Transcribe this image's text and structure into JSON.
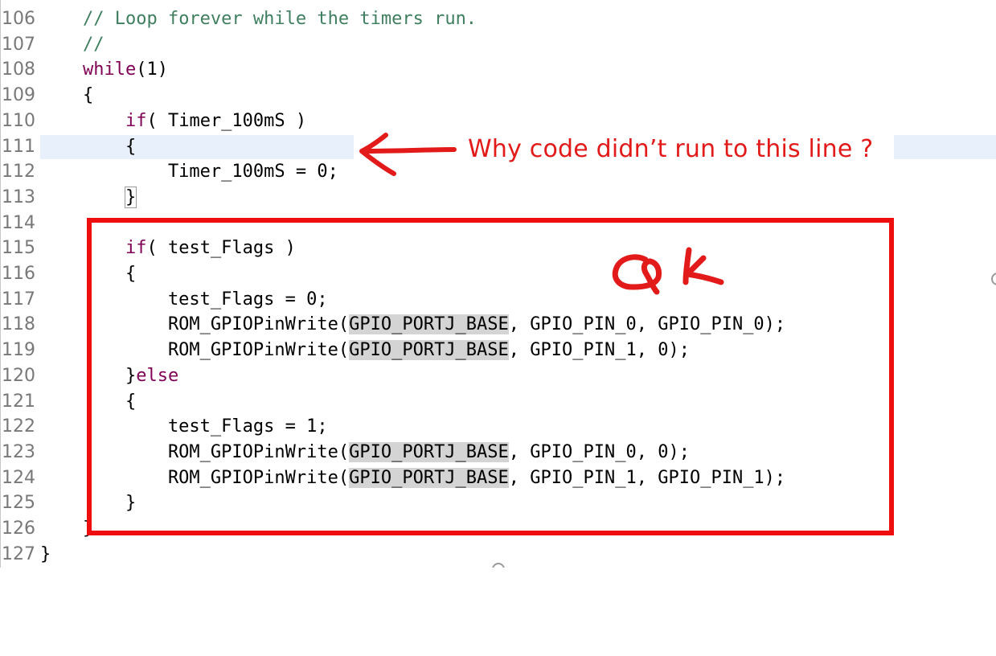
{
  "editor": {
    "lines": [
      {
        "num": "106",
        "tokens": [
          {
            "t": "    ",
            "k": "plain"
          },
          {
            "t": "// Loop forever while the timers run.",
            "k": "comment"
          }
        ]
      },
      {
        "num": "107",
        "tokens": [
          {
            "t": "    ",
            "k": "plain"
          },
          {
            "t": "//",
            "k": "comment"
          }
        ]
      },
      {
        "num": "108",
        "tokens": [
          {
            "t": "    ",
            "k": "plain"
          },
          {
            "t": "while",
            "k": "keyword"
          },
          {
            "t": "(1)",
            "k": "plain"
          }
        ]
      },
      {
        "num": "109",
        "tokens": [
          {
            "t": "    {",
            "k": "plain"
          }
        ]
      },
      {
        "num": "110",
        "tokens": [
          {
            "t": "        ",
            "k": "plain"
          },
          {
            "t": "if",
            "k": "keyword"
          },
          {
            "t": "( Timer_100mS )",
            "k": "plain"
          }
        ]
      },
      {
        "num": "111",
        "tokens": [
          {
            "t": "        {",
            "k": "plain"
          }
        ],
        "current": true
      },
      {
        "num": "112",
        "tokens": [
          {
            "t": "            Timer_100mS = 0;",
            "k": "plain"
          }
        ]
      },
      {
        "num": "113",
        "tokens": [
          {
            "t": "        ",
            "k": "plain"
          },
          {
            "t": "}",
            "k": "boxed"
          }
        ]
      },
      {
        "num": "114",
        "tokens": []
      },
      {
        "num": "115",
        "tokens": [
          {
            "t": "        ",
            "k": "plain"
          },
          {
            "t": "if",
            "k": "keyword"
          },
          {
            "t": "( test_Flags )",
            "k": "plain"
          }
        ]
      },
      {
        "num": "116",
        "tokens": [
          {
            "t": "        {",
            "k": "plain"
          }
        ]
      },
      {
        "num": "117",
        "tokens": [
          {
            "t": "            test_Flags = 0;",
            "k": "plain"
          }
        ]
      },
      {
        "num": "118",
        "tokens": [
          {
            "t": "            ROM_GPIOPinWrite(",
            "k": "plain"
          },
          {
            "t": "GPIO_PORTJ_BASE",
            "k": "occ"
          },
          {
            "t": ", GPIO_PIN_0, GPIO_PIN_0);",
            "k": "plain"
          }
        ]
      },
      {
        "num": "119",
        "tokens": [
          {
            "t": "            ROM_GPIOPinWrite(",
            "k": "plain"
          },
          {
            "t": "GPIO_PORTJ_BASE",
            "k": "occ"
          },
          {
            "t": ", GPIO_PIN_1, 0);",
            "k": "plain"
          }
        ]
      },
      {
        "num": "120",
        "tokens": [
          {
            "t": "        }",
            "k": "plain"
          },
          {
            "t": "else",
            "k": "keyword"
          }
        ]
      },
      {
        "num": "121",
        "tokens": [
          {
            "t": "        {",
            "k": "plain"
          }
        ]
      },
      {
        "num": "122",
        "tokens": [
          {
            "t": "            test_Flags = 1;",
            "k": "plain"
          }
        ]
      },
      {
        "num": "123",
        "tokens": [
          {
            "t": "            ROM_GPIOPinWrite(",
            "k": "plain"
          },
          {
            "t": "GPIO_PORTJ_BASE",
            "k": "occ"
          },
          {
            "t": ", GPIO_PIN_0, 0);",
            "k": "plain"
          }
        ]
      },
      {
        "num": "124",
        "tokens": [
          {
            "t": "            ROM_GPIOPinWrite(",
            "k": "plain"
          },
          {
            "t": "GPIO_PORTJ_BASE",
            "k": "occ"
          },
          {
            "t": ", GPIO_PIN_1, GPIO_PIN_1);",
            "k": "plain"
          }
        ]
      },
      {
        "num": "125",
        "tokens": [
          {
            "t": "        }",
            "k": "plain"
          }
        ]
      },
      {
        "num": "126",
        "tokens": [
          {
            "t": "    }",
            "k": "plain"
          }
        ]
      },
      {
        "num": "127",
        "tokens": [
          {
            "t": "}",
            "k": "plain"
          }
        ]
      }
    ]
  },
  "annotations": {
    "question": "Why code didn’t run to this line ?",
    "ok_mark": "OK"
  },
  "colors": {
    "annotation_red": "#e21a1a",
    "box_red": "#ef0e0e",
    "comment": "#3f7f5f",
    "keyword": "#7f0055",
    "current_line": "#e8f0fb",
    "occurrence": "#d4d4d4"
  }
}
